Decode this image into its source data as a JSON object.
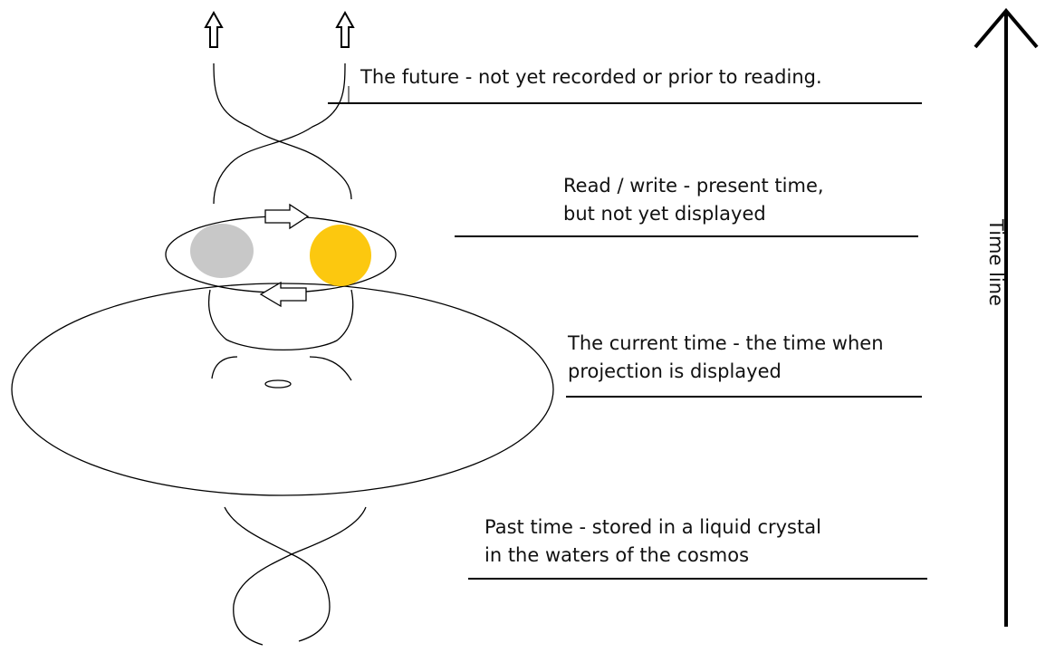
{
  "labels": {
    "future": [
      "The future - not yet recorded or prior to reading."
    ],
    "read_write": [
      "Read / write - present time,",
      "but not yet displayed"
    ],
    "current": [
      "The current time - the time when",
      "projection is displayed"
    ],
    "past": [
      "Past time - stored in a liquid crystal",
      "in the waters of the cosmos"
    ]
  },
  "timeline": {
    "label": "Time line"
  },
  "colors": {
    "read_head": "#c8c8c8",
    "write_head": "#fcc80f",
    "line": "#000000",
    "background": "#ffffff"
  },
  "icons": {
    "helix_arrows": "up-arrow-icon",
    "ring_arrows": "right-arrow-icon / left-arrow-icon"
  }
}
